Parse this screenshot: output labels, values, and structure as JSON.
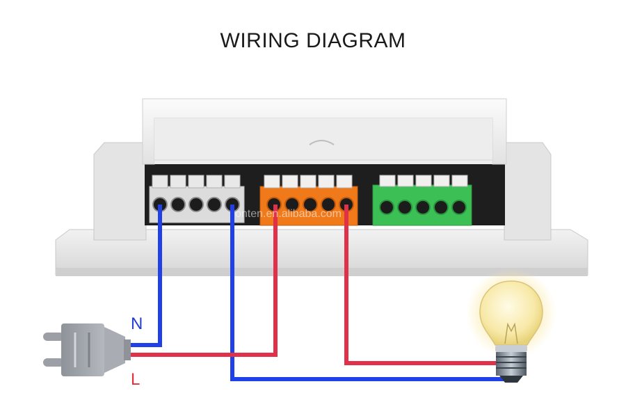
{
  "title": "WIRING DIAGRAM",
  "labels": {
    "neutral": "N",
    "live": "L"
  },
  "watermark": "onten.en.alibaba.com",
  "colors": {
    "neutral_wire": "#2040e8",
    "live_wire": "#e0304a",
    "neutral_label": "#1f3fd6",
    "live_label": "#e0303a",
    "terminal_white": "#dcdcdc",
    "terminal_orange": "#f07a1a",
    "terminal_green": "#3cbf55",
    "housing": "#e6e6e6"
  }
}
